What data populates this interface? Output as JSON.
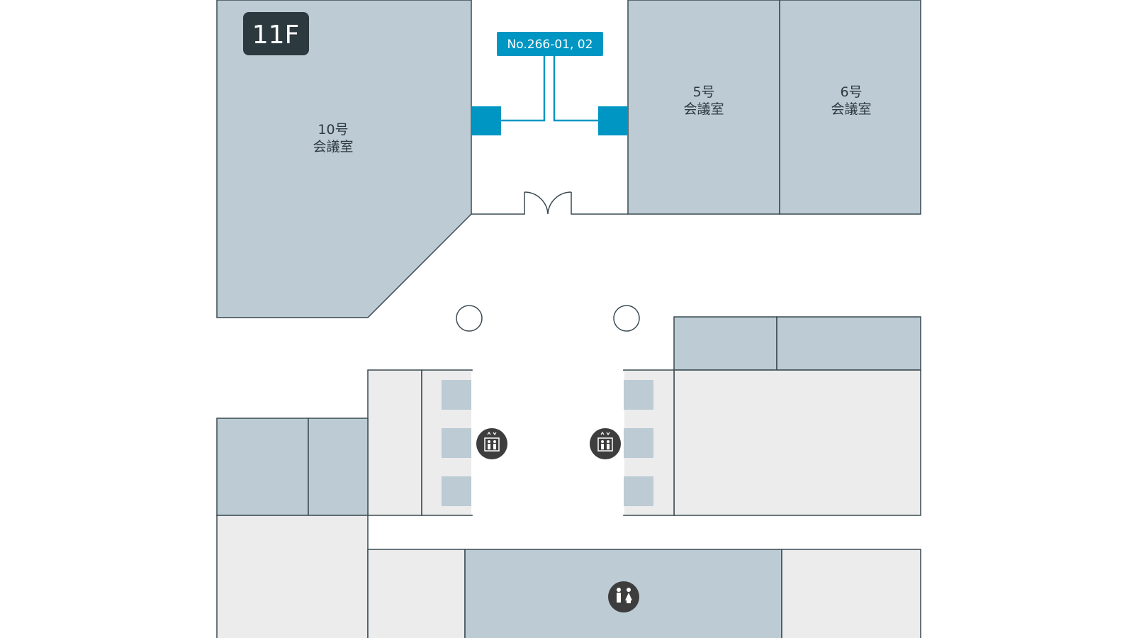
{
  "floor": {
    "label": "11F"
  },
  "callout": {
    "label": "No.266-01, 02"
  },
  "rooms": {
    "room_10": {
      "number": "10号",
      "name": "会議室"
    },
    "room_5": {
      "number": "5号",
      "name": "会議室"
    },
    "room_6": {
      "number": "6号",
      "name": "会議室"
    }
  },
  "icons": {
    "elevator_left": "elevator-icon",
    "elevator_right": "elevator-icon",
    "restroom": "restroom-icon"
  },
  "colors": {
    "room": "#bccbd4",
    "service": "#ececec",
    "wall": "#3a4a52",
    "accent": "#0096c3",
    "icon": "#3d3d3d",
    "floor_badge": "#2c3a40"
  }
}
